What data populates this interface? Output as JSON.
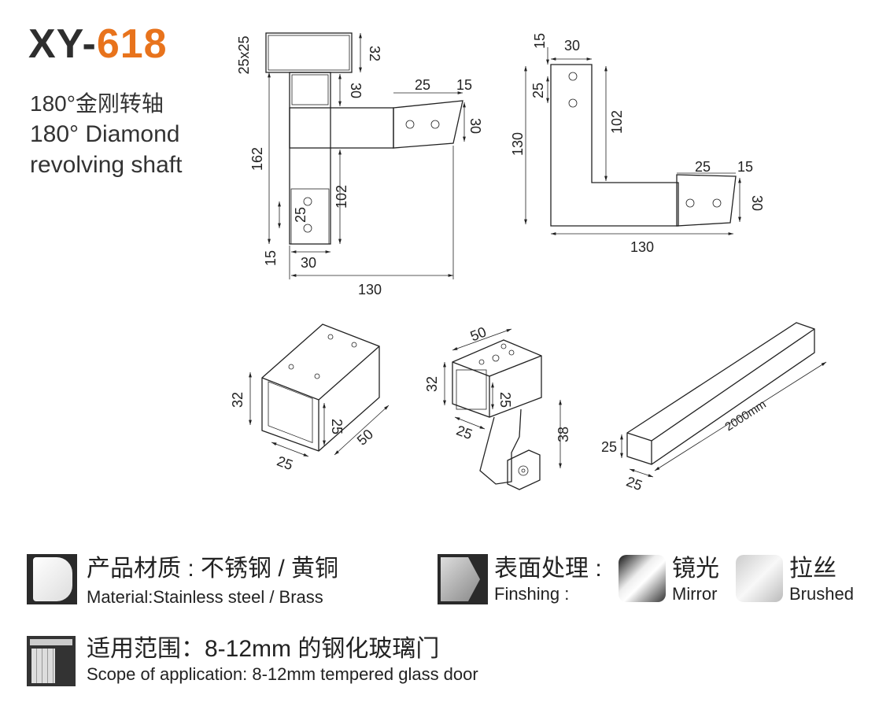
{
  "header": {
    "model_prefix": "XY-",
    "model_number": "618",
    "name_cn": "180°金刚转轴",
    "name_en_1": "180° Diamond",
    "name_en_2": "revolving shaft"
  },
  "dims": {
    "front": [
      "25x25",
      "32",
      "30",
      "25",
      "15",
      "30",
      "162",
      "102",
      "25",
      "15",
      "30",
      "130"
    ],
    "side": [
      "15",
      "30",
      "25",
      "102",
      "130",
      "25",
      "15",
      "30",
      "130"
    ],
    "iso1": [
      "32",
      "25",
      "25",
      "50"
    ],
    "iso2": [
      "50",
      "32",
      "25",
      "25",
      "38"
    ],
    "tube": [
      "25",
      "25",
      "2000mm"
    ]
  },
  "specs": {
    "material_cn": "产品材质 : 不锈钢 / 黄铜",
    "material_en": "Material:Stainless steel / Brass",
    "finish_cn": "表面处理 :",
    "finish_en": "Finshing :",
    "mirror_cn": "镜光",
    "mirror_en": "Mirror",
    "brushed_cn": "拉丝",
    "brushed_en": "Brushed",
    "scope_cn": "适用范围：8-12mm 的钢化玻璃门",
    "scope_en": "Scope of application: 8-12mm tempered glass door"
  },
  "colors": {
    "accent": "#e8731c",
    "text": "#222222"
  }
}
